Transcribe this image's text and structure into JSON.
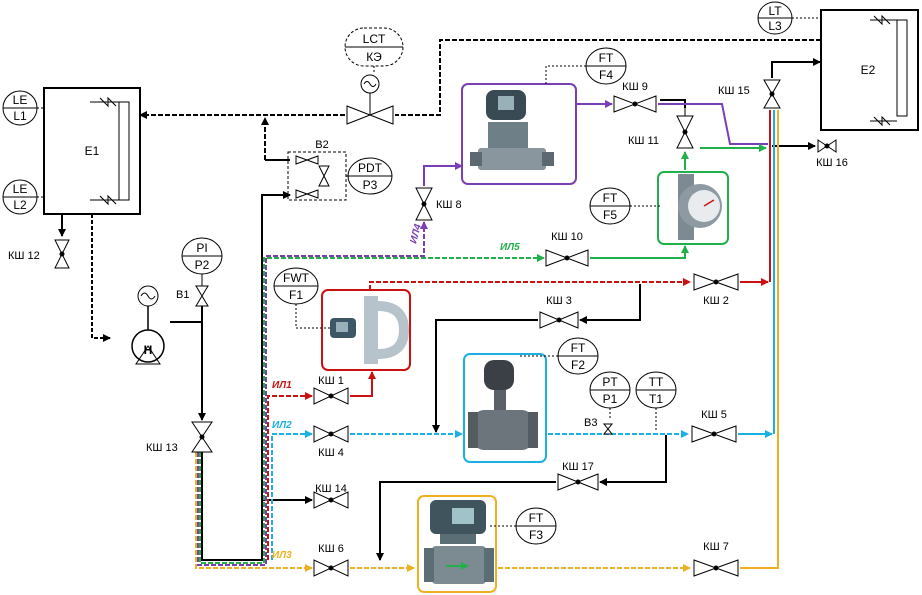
{
  "tanks": {
    "e1": "Е1",
    "e2": "Е2"
  },
  "instruments": {
    "le1": {
      "top": "LE",
      "bottom": "L1"
    },
    "le2": {
      "top": "LE",
      "bottom": "L2"
    },
    "lt3": {
      "top": "LT",
      "bottom": "L3"
    },
    "lct": {
      "top": "LCT",
      "bottom": "КЭ"
    },
    "pdt": {
      "top": "PDT",
      "bottom": "P3"
    },
    "ft4": {
      "top": "FT",
      "bottom": "F4"
    },
    "ft5": {
      "top": "FT",
      "bottom": "F5"
    },
    "fwt1": {
      "top": "FWT",
      "bottom": "F1"
    },
    "ft2": {
      "top": "FT",
      "bottom": "F2"
    },
    "pt1": {
      "top": "PT",
      "bottom": "P1"
    },
    "tt1": {
      "top": "TT",
      "bottom": "T1"
    },
    "ft3": {
      "top": "FT",
      "bottom": "F3"
    },
    "pi2": {
      "top": "PI",
      "bottom": "P2"
    }
  },
  "valves": {
    "ksh1": "КШ 1",
    "ksh2": "КШ 2",
    "ksh3": "КШ 3",
    "ksh4": "КШ 4",
    "ksh5": "КШ 5",
    "ksh6": "КШ 6",
    "ksh7": "КШ 7",
    "ksh8": "КШ 8",
    "ksh9": "КШ 9",
    "ksh10": "КШ 10",
    "ksh11": "КШ 11",
    "ksh12": "КШ 12",
    "ksh13": "КШ 13",
    "ksh14": "КШ 14",
    "ksh15": "КШ 15",
    "ksh16": "КШ 16",
    "ksh17": "КШ 17",
    "v1": "В1",
    "v2": "В2",
    "v3": "В3"
  },
  "pump": {
    "label": "Н"
  },
  "lines": {
    "il1": {
      "label": "ИЛ1",
      "color": "#cc1111"
    },
    "il2": {
      "label": "ИЛ2",
      "color": "#1ab0e6"
    },
    "il3": {
      "label": "ИЛ3",
      "color": "#f0b020"
    },
    "il4": {
      "label": "ИЛ4",
      "color": "#7a3fb3"
    },
    "il5": {
      "label": "ИЛ5",
      "color": "#22b04a"
    }
  },
  "colors": {
    "main": "#000000",
    "box_il1": "#cc1111",
    "box_il2": "#1ab0e6",
    "box_il3": "#f0b020",
    "box_il4": "#7a3fb3",
    "box_il5": "#22b04a"
  }
}
